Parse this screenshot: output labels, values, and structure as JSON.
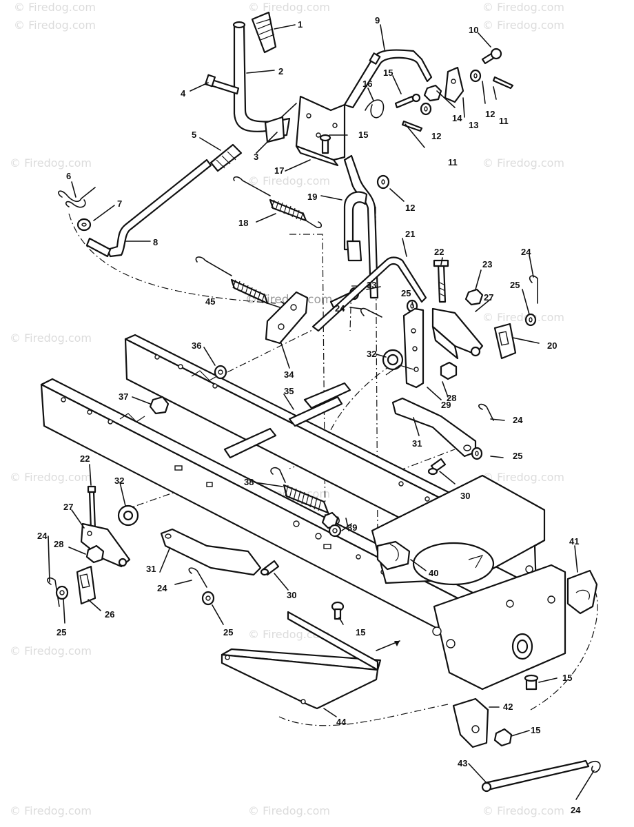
{
  "watermark": {
    "text": "© Firedog.com",
    "center_text": "© Firedog.com"
  },
  "callouts": {
    "c1": "1",
    "c2": "2",
    "c3": "3",
    "c4": "4",
    "c5": "5",
    "c6": "6",
    "c7": "7",
    "c8": "8",
    "c9": "9",
    "c10": "10",
    "c11a": "11",
    "c11b": "11",
    "c12a": "12",
    "c12b": "12",
    "c12c": "12",
    "c13": "13",
    "c14": "14",
    "c15a": "15",
    "c15b": "15",
    "c15c": "15",
    "c15d": "15",
    "c15e": "15",
    "c16": "16",
    "c17": "17",
    "c18": "18",
    "c19": "19",
    "c20": "20",
    "c21": "21",
    "c22a": "22",
    "c22b": "22",
    "c23": "23",
    "c24a": "24",
    "c24b": "24",
    "c24c": "24",
    "c24d": "24",
    "c24e": "24",
    "c24f": "24",
    "c25a": "25",
    "c25b": "25",
    "c25c": "25",
    "c25d": "25",
    "c25e": "25",
    "c26": "26",
    "c27a": "27",
    "c27b": "27",
    "c28a": "28",
    "c28b": "28",
    "c29": "29",
    "c30a": "30",
    "c30b": "30",
    "c31a": "31",
    "c31b": "31",
    "c32a": "32",
    "c32b": "32",
    "c33": "33",
    "c34": "34",
    "c35": "35",
    "c36": "36",
    "c37": "37",
    "c38": "38",
    "c39": "39",
    "c40": "40",
    "c41": "41",
    "c42": "42",
    "c43": "43",
    "c44": "44",
    "c45": "45"
  }
}
